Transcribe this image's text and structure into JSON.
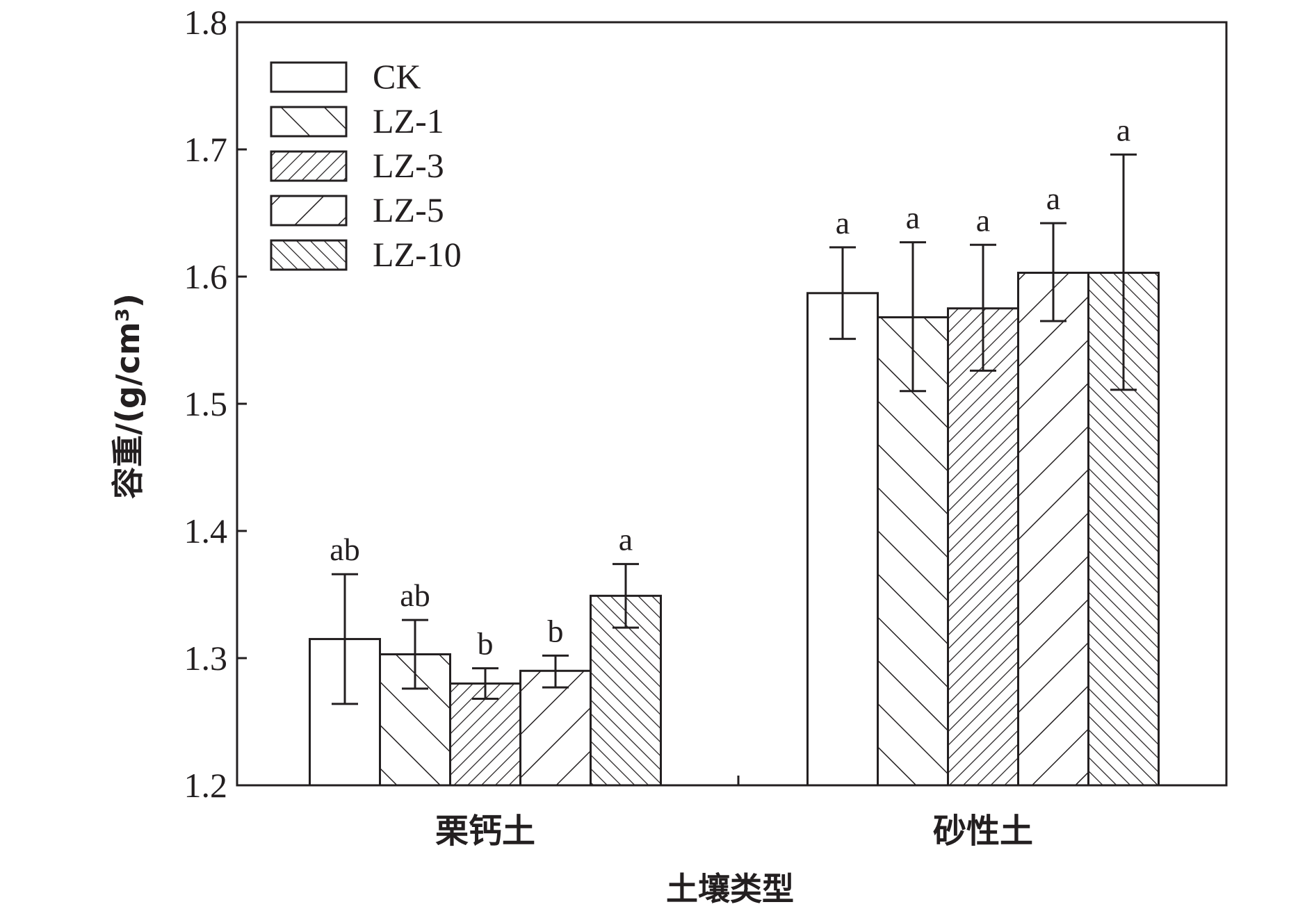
{
  "chart_data": {
    "type": "bar",
    "xlabel": "土壤类型",
    "ylabel": "容重/(g/cm³)",
    "ylim": [
      1.2,
      1.8
    ],
    "yticks": [
      "1.2",
      "1.3",
      "1.4",
      "1.5",
      "1.6",
      "1.7",
      "1.8"
    ],
    "categories": [
      "栗钙土",
      "砂性土"
    ],
    "legend_position": "top-left",
    "grid": false,
    "series": [
      {
        "name": "CK",
        "pattern": "none",
        "values": [
          1.315,
          1.587
        ],
        "error": [
          [
            1.264,
            1.366
          ],
          [
            1.551,
            1.623
          ]
        ],
        "labels": [
          "ab",
          "a"
        ]
      },
      {
        "name": "LZ-1",
        "pattern": "backslash-wide",
        "values": [
          1.303,
          1.568
        ],
        "error": [
          [
            1.276,
            1.33
          ],
          [
            1.51,
            1.627
          ]
        ],
        "labels": [
          "ab",
          "a"
        ]
      },
      {
        "name": "LZ-3",
        "pattern": "slash-dense",
        "values": [
          1.28,
          1.575
        ],
        "error": [
          [
            1.268,
            1.292
          ],
          [
            1.526,
            1.625
          ]
        ],
        "labels": [
          "b",
          "a"
        ]
      },
      {
        "name": "LZ-5",
        "pattern": "slash-wide",
        "values": [
          1.29,
          1.603
        ],
        "error": [
          [
            1.277,
            1.302
          ],
          [
            1.565,
            1.642
          ]
        ],
        "labels": [
          "b",
          "a"
        ]
      },
      {
        "name": "LZ-10",
        "pattern": "backslash-dense",
        "values": [
          1.349,
          1.603
        ],
        "error": [
          [
            1.324,
            1.374
          ],
          [
            1.511,
            1.696
          ]
        ],
        "labels": [
          "a",
          "a"
        ]
      }
    ]
  }
}
